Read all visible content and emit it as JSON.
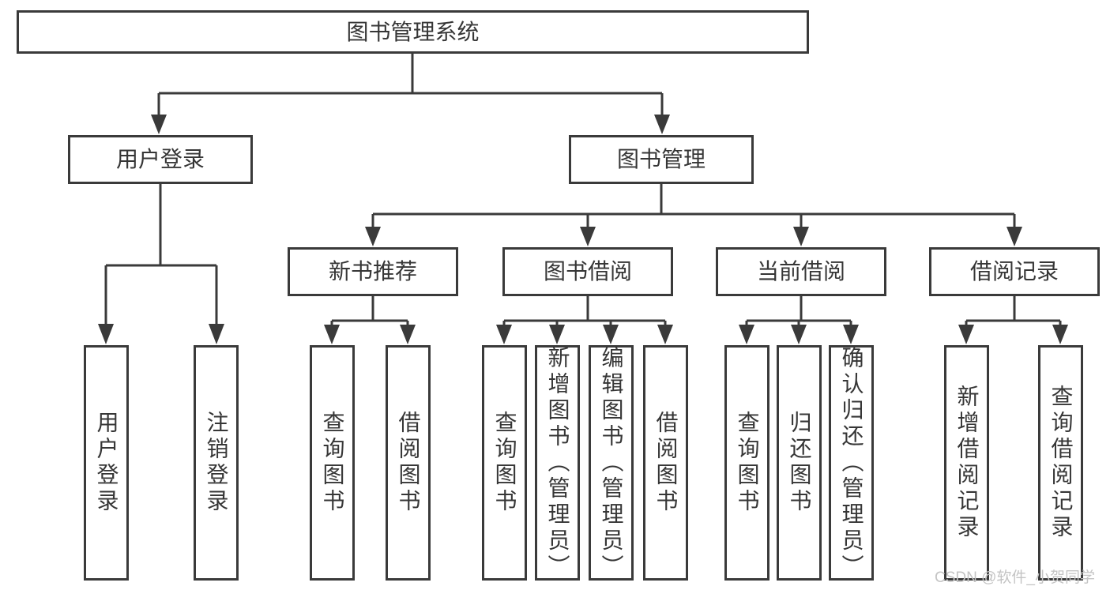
{
  "colors": {
    "line": "#3a3a3a",
    "box_border": "#3a3a3a",
    "text": "#363636",
    "watermark": "#c4c4c4",
    "background": "#ffffff"
  },
  "nodes": {
    "root": "图书管理系统",
    "user_login": "用户登录",
    "book_management": "图书管理",
    "new_book_recommend": "新书推荐",
    "book_borrowing": "图书借阅",
    "current_borrowing": "当前借阅",
    "borrow_records": "借阅记录",
    "leaf_user_login": "用户登录",
    "leaf_logout": "注销登录",
    "leaf_rcm_query_books": "查询图书",
    "leaf_rcm_borrow_books": "借阅图书",
    "leaf_bor_query_books": "查询图书",
    "leaf_bor_add_books_admin": "新增图书（管理员）",
    "leaf_bor_edit_books_admin": "编辑图书（管理员）",
    "leaf_bor_borrow_books": "借阅图书",
    "leaf_cur_query_books": "查询图书",
    "leaf_cur_return_books": "归还图书",
    "leaf_cur_confirm_return_admin": "确认归还（管理员）",
    "leaf_rcd_add_record": "新增借阅记录",
    "leaf_rcd_query_record": "查询借阅记录"
  },
  "watermark": {
    "text": "CSDN @软件_小贺同学"
  }
}
